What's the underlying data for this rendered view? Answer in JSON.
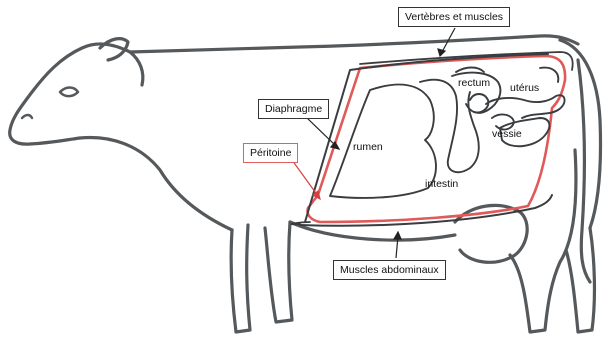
{
  "labels": {
    "vertebres": "Vertèbres et muscles",
    "diaphragme": "Diaphragme",
    "peritoine": "Péritoine",
    "muscles_abdominaux": "Muscles abdominaux",
    "rumen": "rumen",
    "rectum": "rectum",
    "uterus": "utérus",
    "vessie": "vessie",
    "intestin": "intestin"
  },
  "colors": {
    "outline": "#55595c",
    "peritoneum": "#e05a5a",
    "organ_line": "#3a3d40",
    "callout_border": "#333333",
    "peritoine_border": "#e06060"
  }
}
